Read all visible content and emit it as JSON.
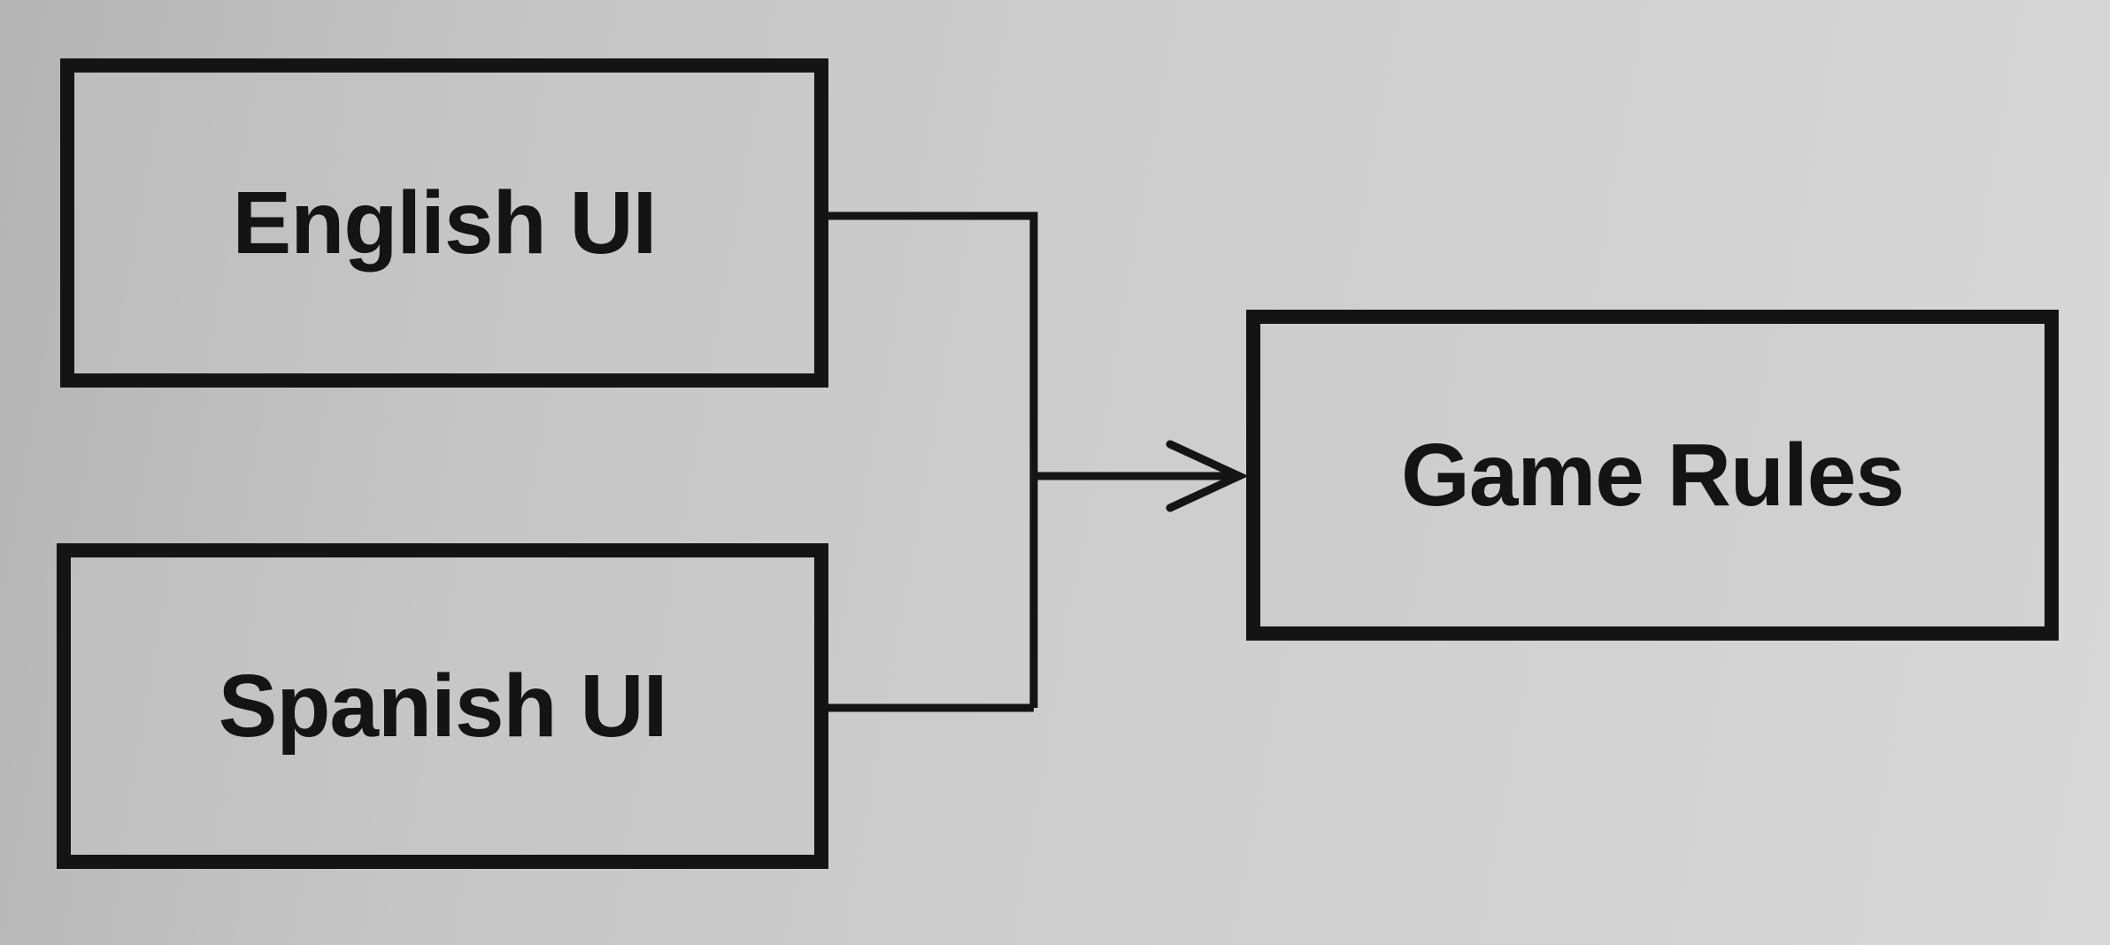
{
  "diagram": {
    "nodes": [
      {
        "id": "english_ui",
        "label": "English UI"
      },
      {
        "id": "spanish_ui",
        "label": "Spanish UI"
      },
      {
        "id": "game_rules",
        "label": "Game Rules"
      }
    ],
    "edges": [
      {
        "from": "english_ui",
        "to": "game_rules"
      },
      {
        "from": "spanish_ui",
        "to": "game_rules"
      }
    ]
  }
}
